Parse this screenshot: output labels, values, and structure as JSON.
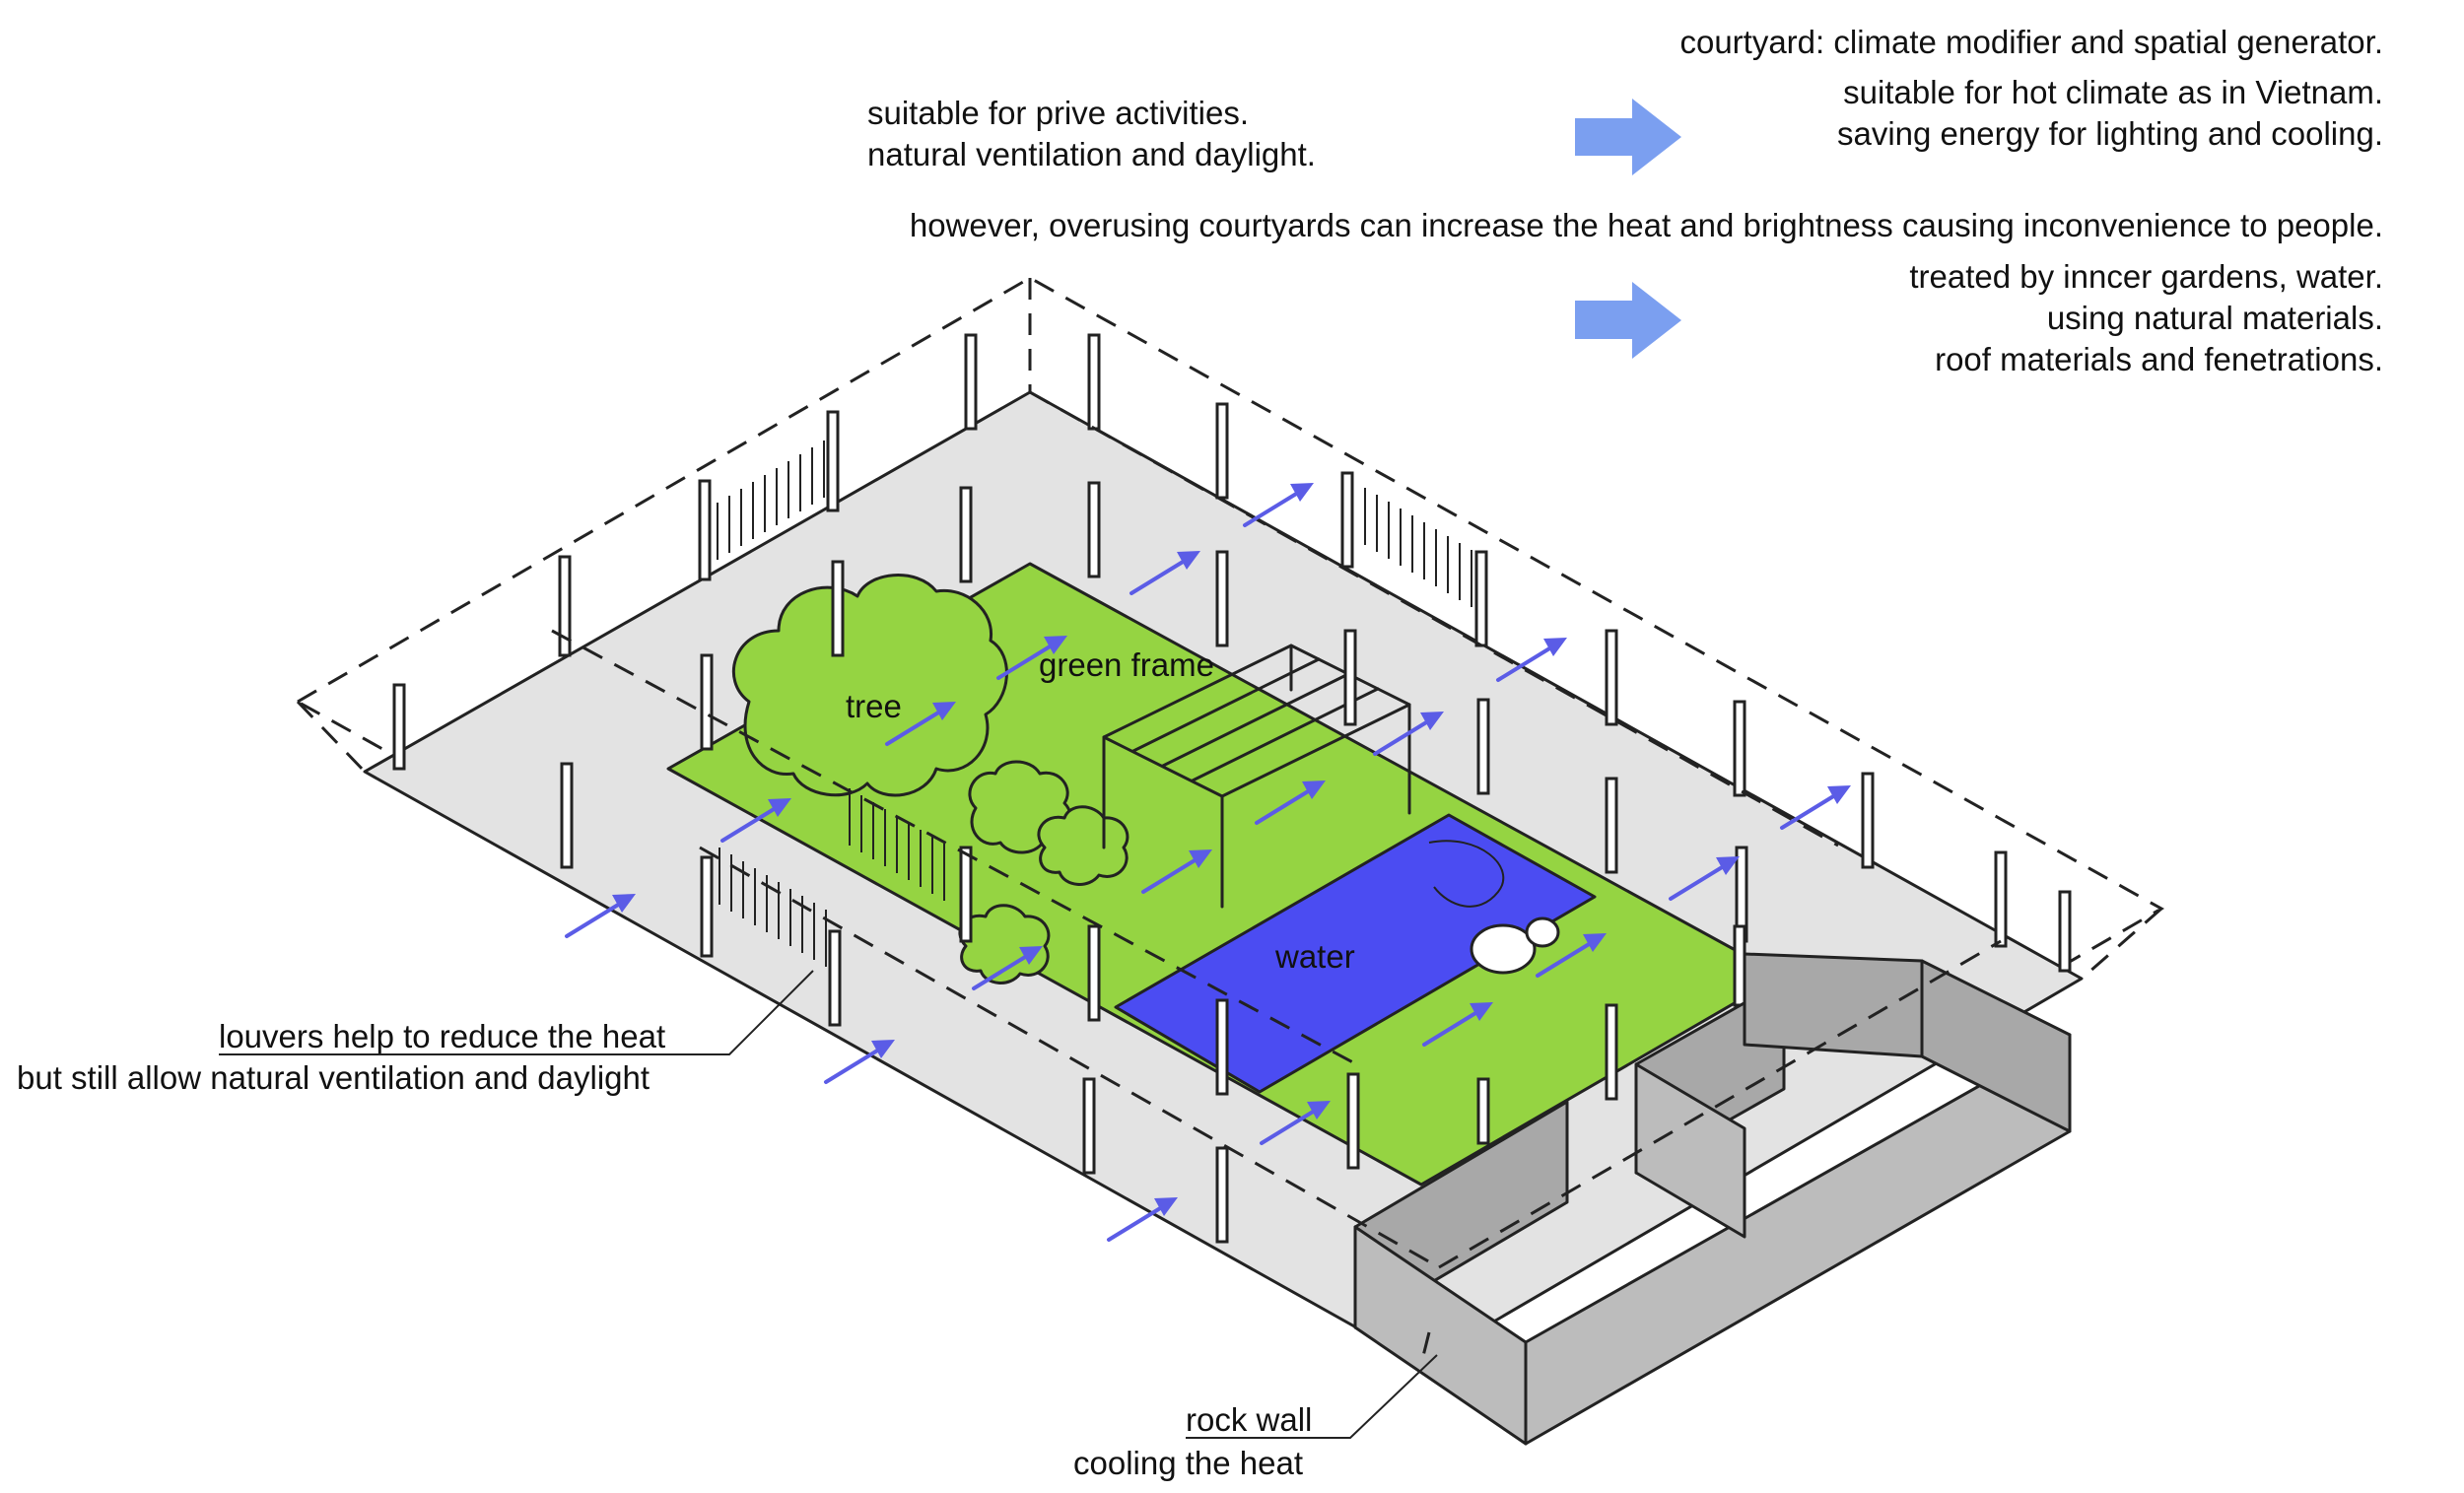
{
  "header": {
    "title": "courtyard: climate modifier and spatial generator.",
    "left_lines": [
      "suitable for prive activities.",
      "natural ventilation and daylight."
    ],
    "right_lines": [
      "suitable for hot climate as in Vietnam.",
      "saving energy for lighting and cooling."
    ],
    "however": "however, overusing courtyards can increase the heat and brightness causing inconvenience to people.",
    "treatment_lines": [
      "treated by inncer gardens, water.",
      "using natural materials.",
      "roof materials and fenetrations."
    ]
  },
  "labels": {
    "tree": "tree",
    "green_frame": "green frame",
    "water": "water",
    "louvers_1": "louvers help to reduce the heat",
    "louvers_2": "but still allow natural ventilation and daylight",
    "rock_wall_1": "rock wall",
    "rock_wall_2": "cooling the heat"
  },
  "colors": {
    "grass": "#95d442",
    "water": "#4b4cf2",
    "floor": "#e3e3e3",
    "rock": "#bcbcbc",
    "rock_dark": "#a8a8a8",
    "wind_arrow": "#5b5ce6",
    "big_arrow": "#7b9ff0"
  }
}
